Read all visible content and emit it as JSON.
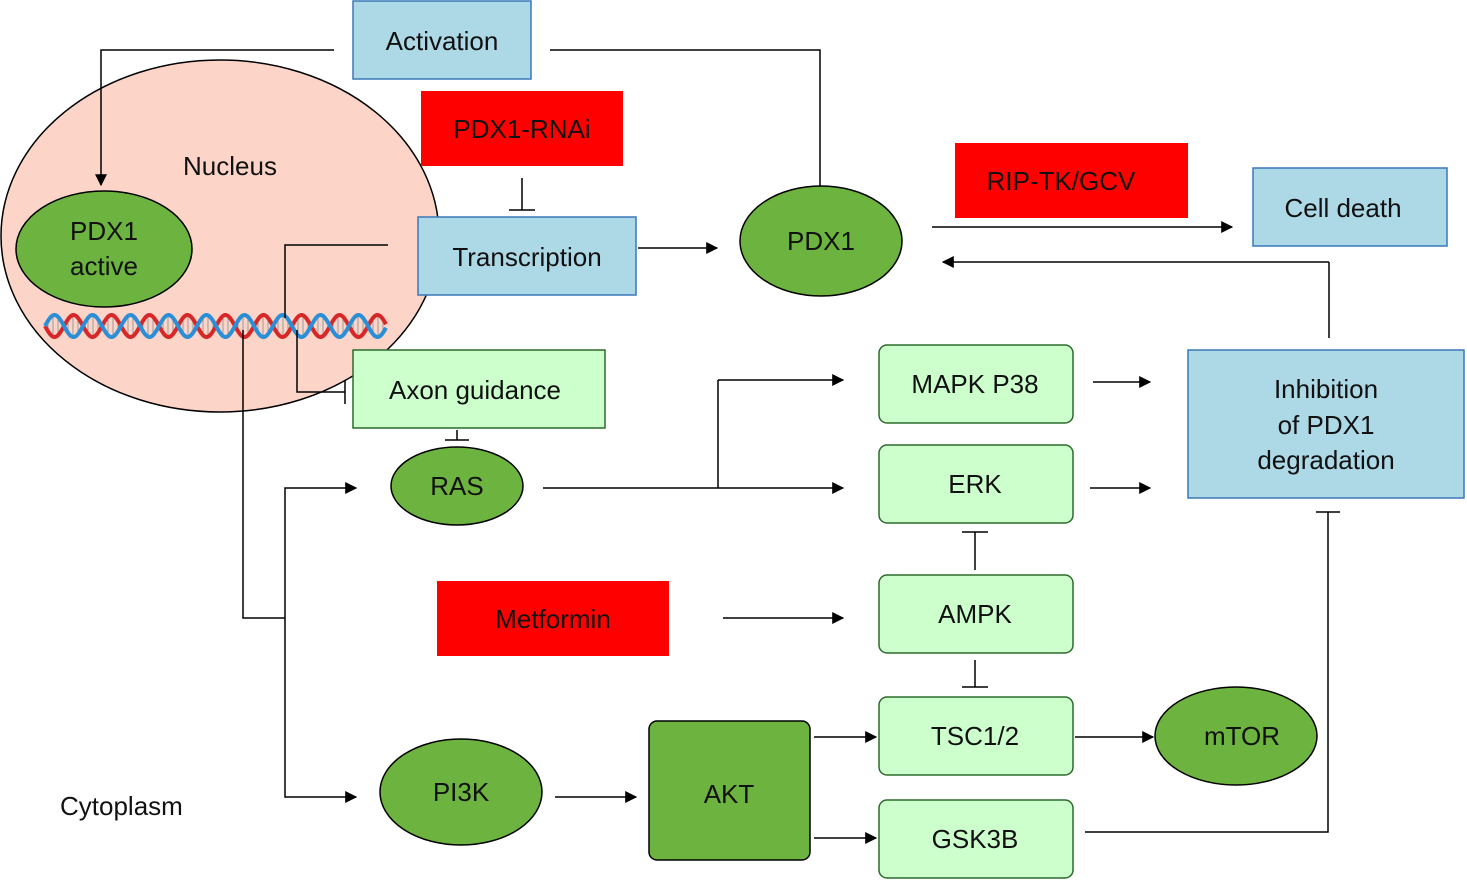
{
  "regions": {
    "nucleus": "Nucleus",
    "cytoplasm": "Cytoplasm"
  },
  "nodes": {
    "activation": "Activation",
    "pdx1_rnai": "PDX1-RNAi",
    "pdx1_active_line1": "PDX1",
    "pdx1_active_line2": "active",
    "transcription": "Transcription",
    "pdx1": "PDX1",
    "rip_tk_gcv": "RIP-TK/GCV",
    "cell_death": "Cell death",
    "axon_guidance": "Axon guidance",
    "ras": "RAS",
    "mapk_p38": "MAPK P38",
    "erk": "ERK",
    "inhibition_line1": "Inhibition",
    "inhibition_line2": "of PDX1",
    "inhibition_line3": "degradation",
    "metformin": "Metformin",
    "ampk": "AMPK",
    "tsc12": "TSC1/2",
    "mtor": "mTOR",
    "pi3k": "PI3K",
    "akt": "AKT",
    "gsk3b": "GSK3B"
  },
  "colors": {
    "blue_box": "#add8e6",
    "red_box": "#ff0000",
    "light_green_box": "#ccffcc",
    "dark_green_node": "#6db33f",
    "nucleus_fill": "#fcd5c8",
    "dna_red": "#d62828",
    "dna_blue": "#2a8fd6"
  }
}
